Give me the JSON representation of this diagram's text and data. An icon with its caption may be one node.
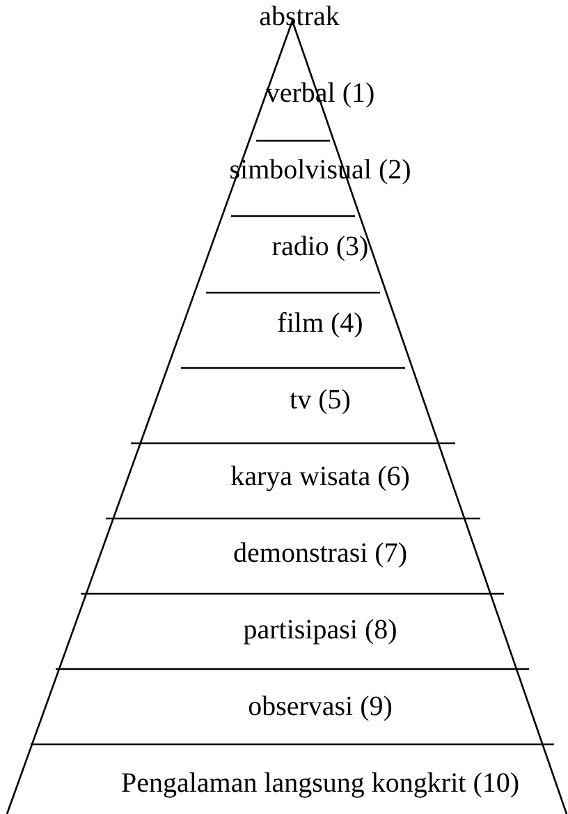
{
  "diagram": {
    "labels": [
      "abstrak",
      "verbal (1)",
      "simbolvisual (2)",
      "radio (3)",
      "film (4)",
      "tv (5)",
      "karya wisata (6)",
      "demonstrasi (7)",
      "partisipasi (8)",
      "observasi (9)",
      "Pengalaman langsung kongkrit (10)"
    ]
  }
}
